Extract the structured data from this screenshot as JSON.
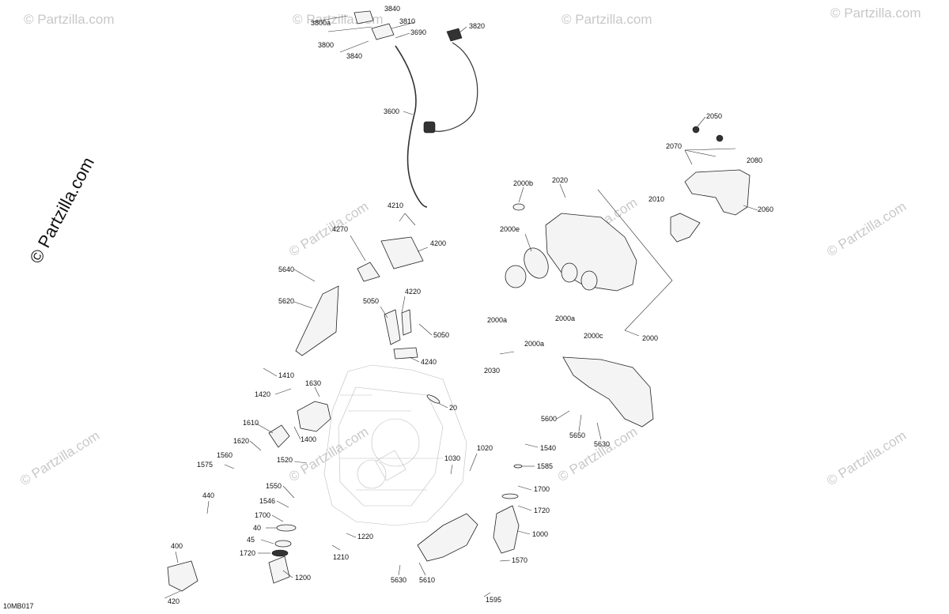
{
  "brand": "© Partzilla.com",
  "watermark": "© Partzilla.com",
  "diagram_code": "10MB017",
  "callouts": {
    "c3840a": "3840",
    "c3800a": "3800a",
    "c3810": "3810",
    "c3690": "3690",
    "c3820": "3820",
    "c3800": "3800",
    "c3840b": "3840",
    "c3600": "3600",
    "c2050": "2050",
    "c2070": "2070",
    "c2080": "2080",
    "c2060": "2060",
    "c2010": "2010",
    "c2000b": "2000b",
    "c2020": "2020",
    "c2000e": "2000e",
    "c2000a1": "2000a",
    "c2000a2": "2000a",
    "c2000a3": "2000a",
    "c2000c": "2000c",
    "c2000": "2000",
    "c2030": "2030",
    "c4210": "4210",
    "c4270": "4270",
    "c4200": "4200",
    "c5640": "5640",
    "c5620": "5620",
    "c5050a": "5050",
    "c4220": "4220",
    "c5050b": "5050",
    "c4240": "4240",
    "c1410": "1410",
    "c1630": "1630",
    "c1420": "1420",
    "c20": "20",
    "c1610": "1610",
    "c1400": "1400",
    "c1620": "1620",
    "c5600": "5600",
    "c5650": "5650",
    "c5630a": "5630",
    "c1560": "1560",
    "c1575": "1575",
    "c1520": "1520",
    "c1030": "1030",
    "c1020": "1020",
    "c1540": "1540",
    "c1585": "1585",
    "c1550": "1550",
    "c1700a": "1700",
    "c440": "440",
    "c1546": "1546",
    "c1700b": "1700",
    "c1720a": "1720",
    "c40": "40",
    "c1000": "1000",
    "c45": "45",
    "c1220": "1220",
    "c1720b": "1720",
    "c1210": "1210",
    "c400": "400",
    "c1570": "1570",
    "c1200": "1200",
    "c5630b": "5630",
    "c5610": "5610",
    "c1595": "1595",
    "c420": "420"
  }
}
